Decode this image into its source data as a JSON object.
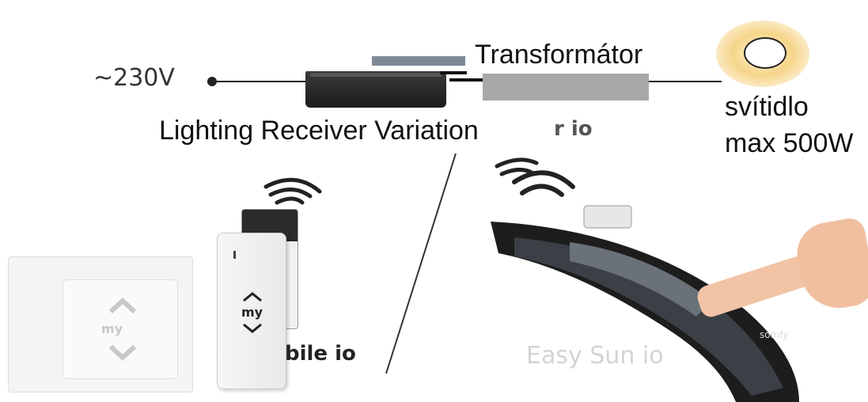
{
  "wiring": {
    "supply_label": "~230V",
    "receiver_label": "Lighting Receiver Variation",
    "transformer_label": "Transformátor",
    "lamp_label_line1": "svítidlo",
    "lamp_label_line2": "max 500W"
  },
  "products": {
    "partial_label_top": "r io",
    "mobile_label": "bile io",
    "easysun_label": "Easy Sun io",
    "remote_my_label": "my",
    "wall_switch_my_label": "my",
    "tablet_brand": "somfy"
  },
  "colors": {
    "wire": "#222222",
    "receiver_body": "#2a2a2a",
    "transformer_fill": "#a8a8a8",
    "transformer_top_bar": "#7d8a96",
    "lamp_glow": "#f3c56a"
  }
}
